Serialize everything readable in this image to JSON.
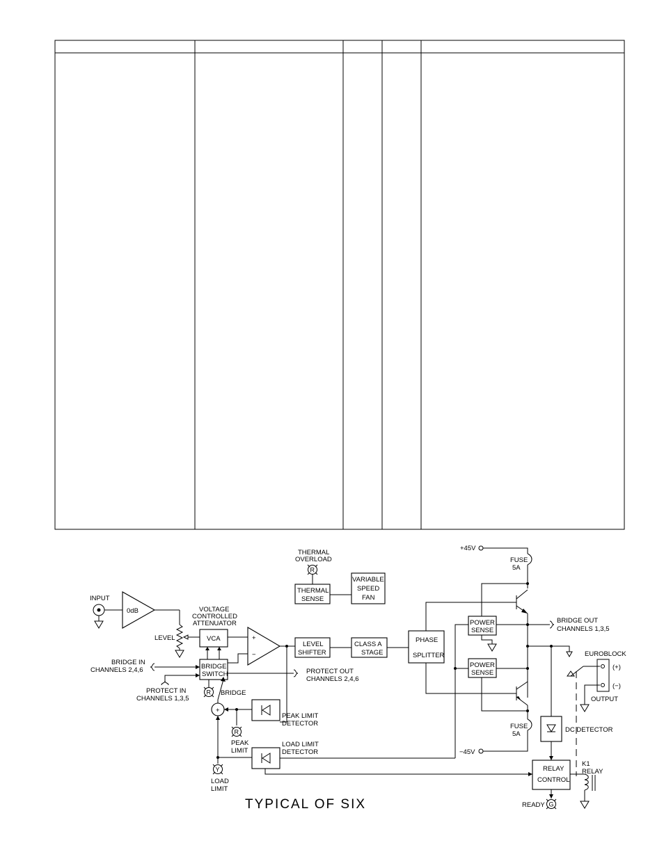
{
  "table": {
    "columns": 5,
    "cells": [
      "",
      "",
      "",
      "",
      ""
    ]
  },
  "diagram": {
    "title": "TYPICAL OF SIX",
    "input": "INPUT",
    "gain": "0dB",
    "level": "LEVEL",
    "vca_caption": [
      "VOLTAGE",
      "CONTROLLED",
      "ATTENUATOR"
    ],
    "vca": "VCA",
    "bridge_switch": [
      "BRIDGE",
      "SWITCH"
    ],
    "bridge_in": [
      "BRIDGE IN",
      "CHANNELS 2,4,6"
    ],
    "protect_in": [
      "PROTECT IN",
      "CHANNELS 1,3,5"
    ],
    "protect_out": [
      "PROTECT OUT",
      "CHANNELS 2,4,6"
    ],
    "bridge_label": "BRIDGE",
    "opamp_plus": "+",
    "opamp_minus": "−",
    "summer": "+",
    "peak_limit_detector": [
      "PEAK LIMIT",
      "DETECTOR"
    ],
    "peak_limit": [
      "PEAK",
      "LIMIT"
    ],
    "load_limit_detector": [
      "LOAD LIMIT",
      "DETECTOR"
    ],
    "load_limit": [
      "LOAD",
      "LIMIT"
    ],
    "thermal_overload": [
      "THERMAL",
      "OVERLOAD"
    ],
    "thermal_sense": [
      "THERMAL",
      "SENSE"
    ],
    "fan": [
      "VARIABLE",
      "SPEED",
      "FAN"
    ],
    "level_shifter": [
      "LEVEL",
      "SHIFTER"
    ],
    "class_a": [
      "CLASS A",
      "STAGE"
    ],
    "phase_splitter": [
      "PHASE",
      "SPLITTER"
    ],
    "power_sense_1": [
      "POWER",
      "SENSE"
    ],
    "power_sense_2": [
      "POWER",
      "SENSE"
    ],
    "pos_rail": "+45V",
    "neg_rail": "−45V",
    "fuse_top": [
      "FUSE",
      "5A"
    ],
    "fuse_bottom": [
      "FUSE",
      "5A"
    ],
    "bridge_out": [
      "BRIDGE OUT",
      "CHANNELS 1,3,5"
    ],
    "euroblock": "EUROBLOCK",
    "plus_terminal": "(+)",
    "minus_terminal": "(−)",
    "output": "OUTPUT",
    "dc_detector": "DC DETECTOR",
    "relay_control": [
      "RELAY",
      "CONTROL"
    ],
    "k1_relay": [
      "K1",
      "RELAY"
    ],
    "ready": "READY",
    "led_r": "R",
    "led_y": "Y",
    "led_g": "G"
  }
}
